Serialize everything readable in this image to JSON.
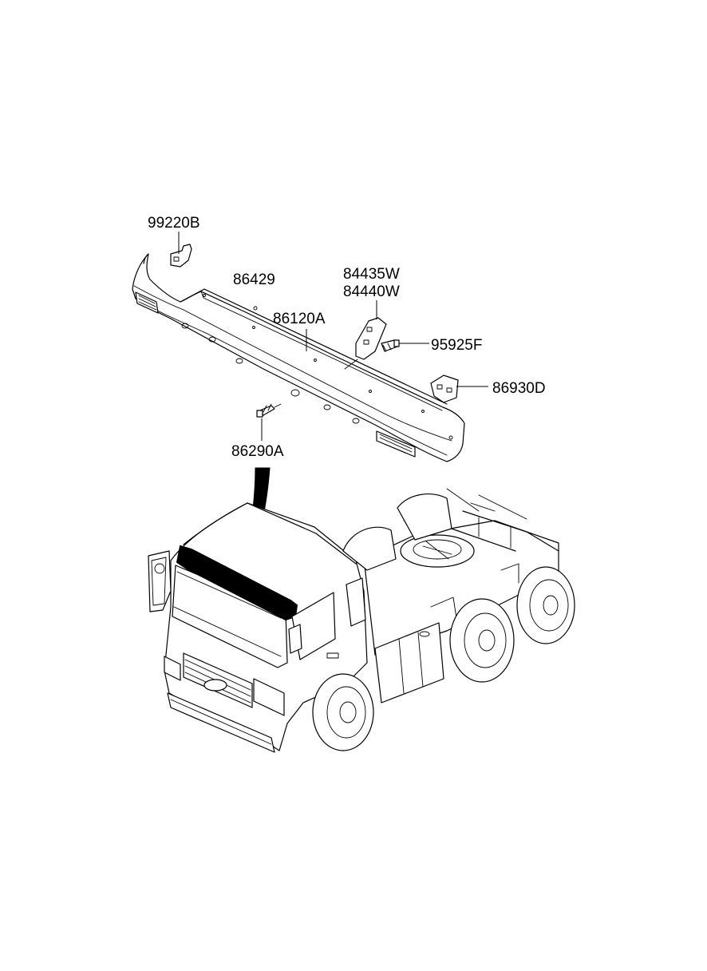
{
  "diagram": {
    "labels": {
      "p99220b": "99220B",
      "p86429": "86429",
      "p84435w": "84435W",
      "p84440w": "84440W",
      "p86120a": "86120A",
      "p95925f": "95925F",
      "p86930d": "86930D",
      "p86290a": "86290A"
    },
    "colors": {
      "line": "#000000",
      "background": "#ffffff",
      "highlight": "#000000"
    }
  }
}
